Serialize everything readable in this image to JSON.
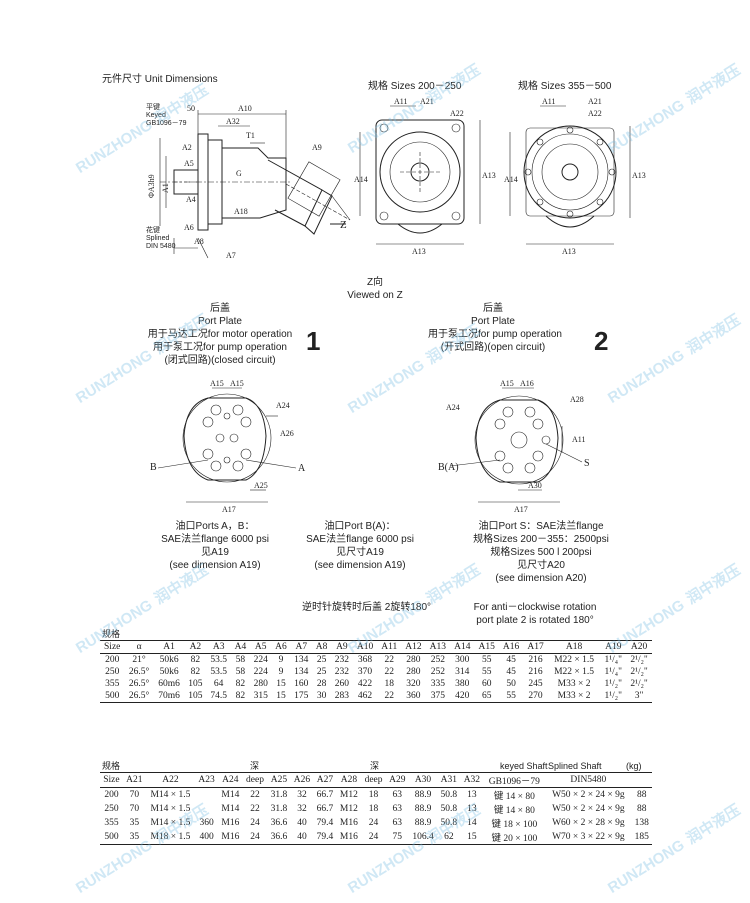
{
  "header": {
    "title": "元件尺寸  Unit Dimensions"
  },
  "drawing_main": {
    "keyed": [
      "平键",
      "Keyed",
      "GB1096－79"
    ],
    "splined": [
      "花键",
      "Splined",
      "DIN 5480"
    ],
    "labels": [
      "A10",
      "50",
      "A32",
      "A2",
      "A5",
      "A1",
      "A4",
      "A6",
      "A8",
      "A7",
      "A18",
      "T1",
      "A9",
      "G",
      "Z"
    ],
    "phi_label": "ΦA3h9"
  },
  "drawing_small": {
    "label": "规格 Sizes 200－250",
    "dims": [
      "A11",
      "A21",
      "A22",
      "A14",
      "A13",
      "A13"
    ]
  },
  "drawing_large": {
    "label": "规格 Sizes 355－500",
    "dims": [
      "A11",
      "A21",
      "A22",
      "A14",
      "A13",
      "A13"
    ]
  },
  "viewed_on": [
    "Z向",
    "Viewed on Z"
  ],
  "port1": {
    "number": "1",
    "lines": [
      "后盖",
      "Port Plate",
      "用于马达工况for motor operation",
      "用于泵工况for pump operation",
      "(闭式回路)(closed circuit)"
    ],
    "dims": [
      "A15",
      "A15",
      "A24",
      "A26",
      "A25",
      "A17",
      "B",
      "A"
    ],
    "caption": [
      "油口Ports A，B：",
      "SAE法兰flange 6000 psi",
      "见A19",
      "(see dimension A19)"
    ]
  },
  "port2": {
    "number": "2",
    "lines": [
      "后盖",
      "Port Plate",
      "用于泵工况for pump operation",
      "(开式回路)(open circuit)"
    ],
    "dims": [
      "A15",
      "A16",
      "A24",
      "A28",
      "A11",
      "A30",
      "A17",
      "B(A)",
      "S"
    ],
    "caption_b": [
      "油口Port B(A)：",
      "SAE法兰flange 6000 psi",
      "见尺寸A19",
      "(see dimension A19)"
    ],
    "caption_s": [
      "油口Port S：SAE法兰flange",
      "规格Sizes 200－355：2500psi",
      "规格Sizes 500 l 200psi",
      "见尺寸A20",
      "(see dimension A20)"
    ]
  },
  "rotation": {
    "cn": "逆时针旋转时后盖 2旋转180°",
    "en": [
      "For anti－clockwise rotation",
      "port plate 2 is rotated 180°"
    ]
  },
  "table1": {
    "spec_label": "规格",
    "headers": [
      "Size",
      "α",
      "A1",
      "A2",
      "A3",
      "A4",
      "A5",
      "A6",
      "A7",
      "A8",
      "A9",
      "A10",
      "A11",
      "A12",
      "A13",
      "A14",
      "A15",
      "A16",
      "A17",
      "A18",
      "A19",
      "A20"
    ],
    "rows": [
      [
        "200",
        "21°",
        "50k6",
        "82",
        "53.5",
        "58",
        "224",
        "9",
        "134",
        "25",
        "232",
        "368",
        "22",
        "280",
        "252",
        "300",
        "55",
        "45",
        "216",
        "M22 × 1.5",
        "1¹/₄\"",
        "2¹/₂\""
      ],
      [
        "250",
        "26.5°",
        "50k6",
        "82",
        "53.5",
        "58",
        "224",
        "9",
        "134",
        "25",
        "232",
        "370",
        "22",
        "280",
        "252",
        "314",
        "55",
        "45",
        "216",
        "M22 × 1.5",
        "1¹/₄\"",
        "2¹/₂\""
      ],
      [
        "355",
        "26.5°",
        "60m6",
        "105",
        "64",
        "82",
        "280",
        "15",
        "160",
        "28",
        "260",
        "422",
        "18",
        "320",
        "335",
        "380",
        "60",
        "50",
        "245",
        "M33 × 2",
        "1¹/₂\"",
        "2¹/₂\""
      ],
      [
        "500",
        "26.5°",
        "70m6",
        "105",
        "74.5",
        "82",
        "315",
        "15",
        "175",
        "30",
        "283",
        "462",
        "22",
        "360",
        "375",
        "420",
        "65",
        "55",
        "270",
        "M33 × 2",
        "1¹/₂\"",
        "3\""
      ]
    ]
  },
  "table2": {
    "spec_label": "规格",
    "deep1": "深",
    "deep2": "深",
    "keyed_shaft": "keyed Shaft",
    "splined_shaft": "Splined Shaft",
    "kg": "(kg)",
    "headers": [
      "Size",
      "A21",
      "A22",
      "A23",
      "A24",
      "deep",
      "A25",
      "A26",
      "A27",
      "A28",
      "deep",
      "A29",
      "A30",
      "A31",
      "A32",
      "GB1096－79",
      "DIN5480",
      ""
    ],
    "rows": [
      [
        "200",
        "70",
        "M14 × 1.5",
        "",
        "M14",
        "22",
        "31.8",
        "32",
        "66.7",
        "M12",
        "18",
        "63",
        "88.9",
        "50.8",
        "13",
        "键 14 × 80",
        "W50 × 2 × 24 × 9g",
        "88"
      ],
      [
        "250",
        "70",
        "M14 × 1.5",
        "",
        "M14",
        "22",
        "31.8",
        "32",
        "66.7",
        "M12",
        "18",
        "63",
        "88.9",
        "50.8",
        "13",
        "键 14 × 80",
        "W50 × 2 × 24 × 9g",
        "88"
      ],
      [
        "355",
        "35",
        "M14 × 1.5",
        "360",
        "M16",
        "24",
        "36.6",
        "40",
        "79.4",
        "M16",
        "24",
        "63",
        "88.9",
        "50.8",
        "14",
        "键 18 × 100",
        "W60 × 2 × 28 × 9g",
        "138"
      ],
      [
        "500",
        "35",
        "M18 × 1.5",
        "400",
        "M16",
        "24",
        "36.6",
        "40",
        "79.4",
        "M16",
        "24",
        "75",
        "106.4",
        "62",
        "15",
        "键 20 × 100",
        "W70 × 3 × 22 × 9g",
        "185"
      ]
    ]
  },
  "watermark": {
    "brand": "RUNZHONG",
    "cn": "润中液压"
  }
}
